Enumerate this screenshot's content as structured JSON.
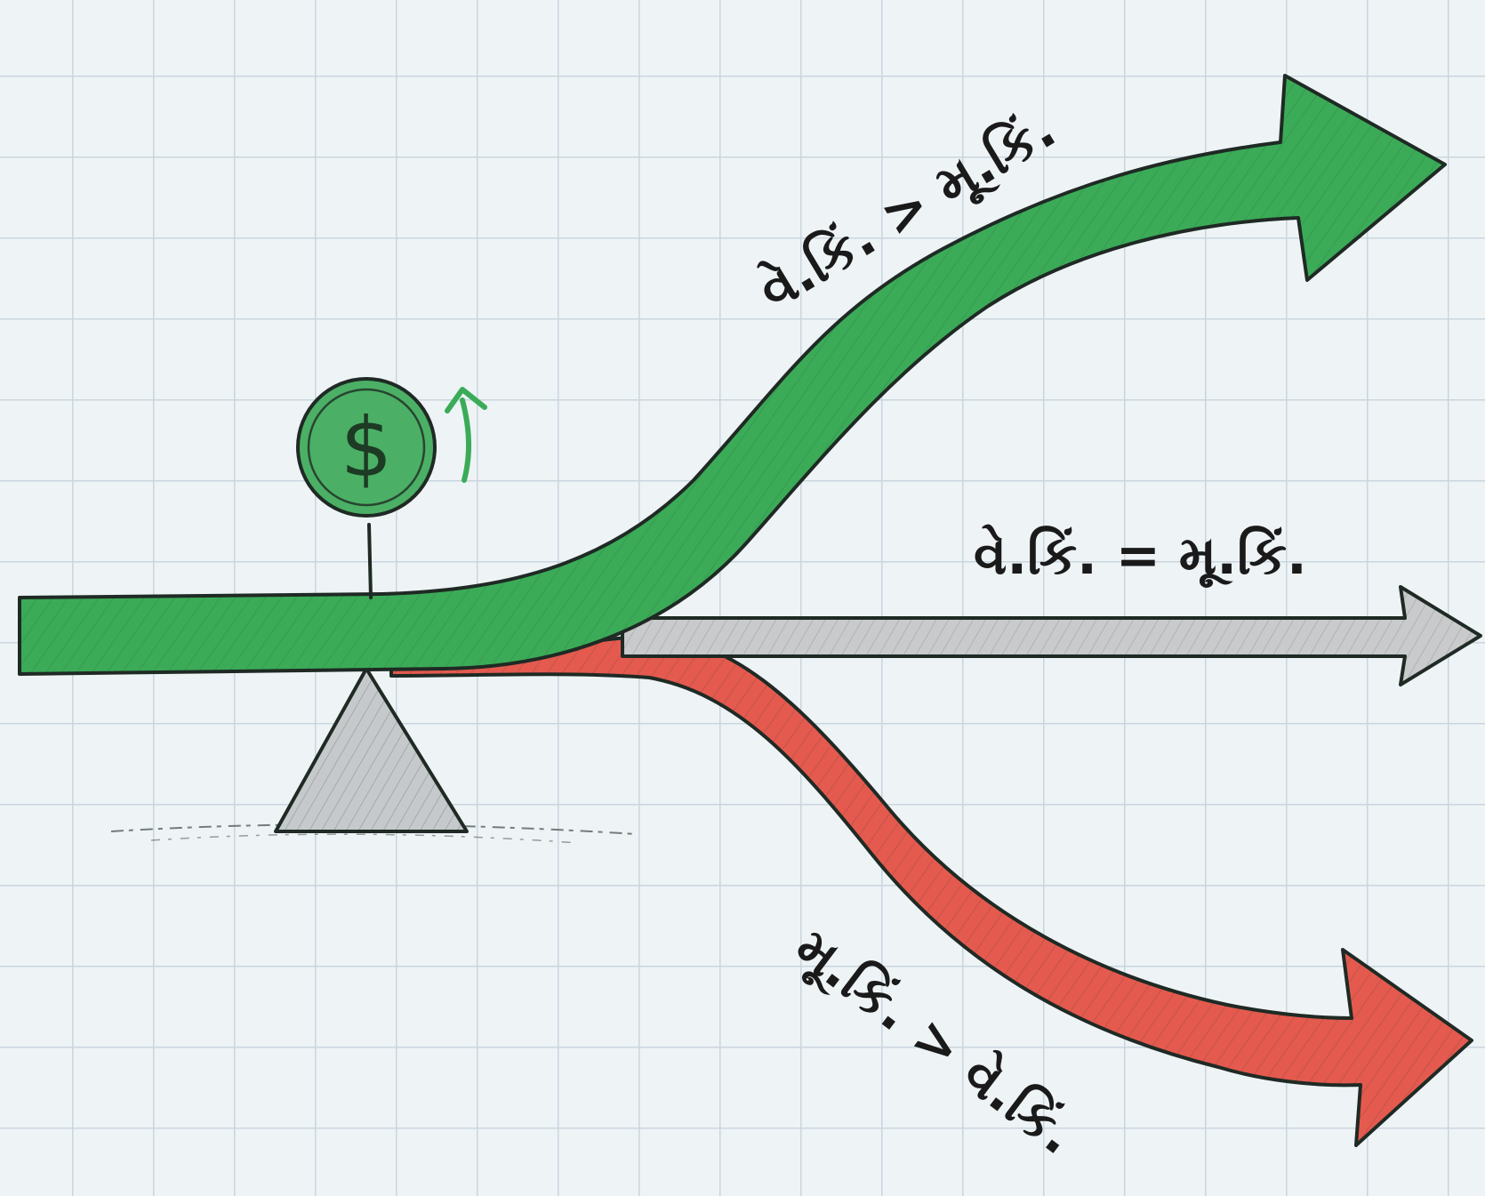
{
  "labels": {
    "greater": "વે.કિં. > મૂ.કિં.",
    "equal": "વે.કિં. = મૂ.કિં.",
    "lesser": "મૂ.કિં. > વે.કિં."
  },
  "coin": {
    "symbol": "$"
  },
  "colors": {
    "grid_background": "#eef3f6",
    "grid_line": "#c9d6de",
    "green_arrow": "#3bab58",
    "gray_arrow": "#c8cacb",
    "red_arrow": "#e45a4f",
    "fulcrum": "#c6c9cb",
    "coin": "#4bb065",
    "outline": "#1f2a24"
  }
}
